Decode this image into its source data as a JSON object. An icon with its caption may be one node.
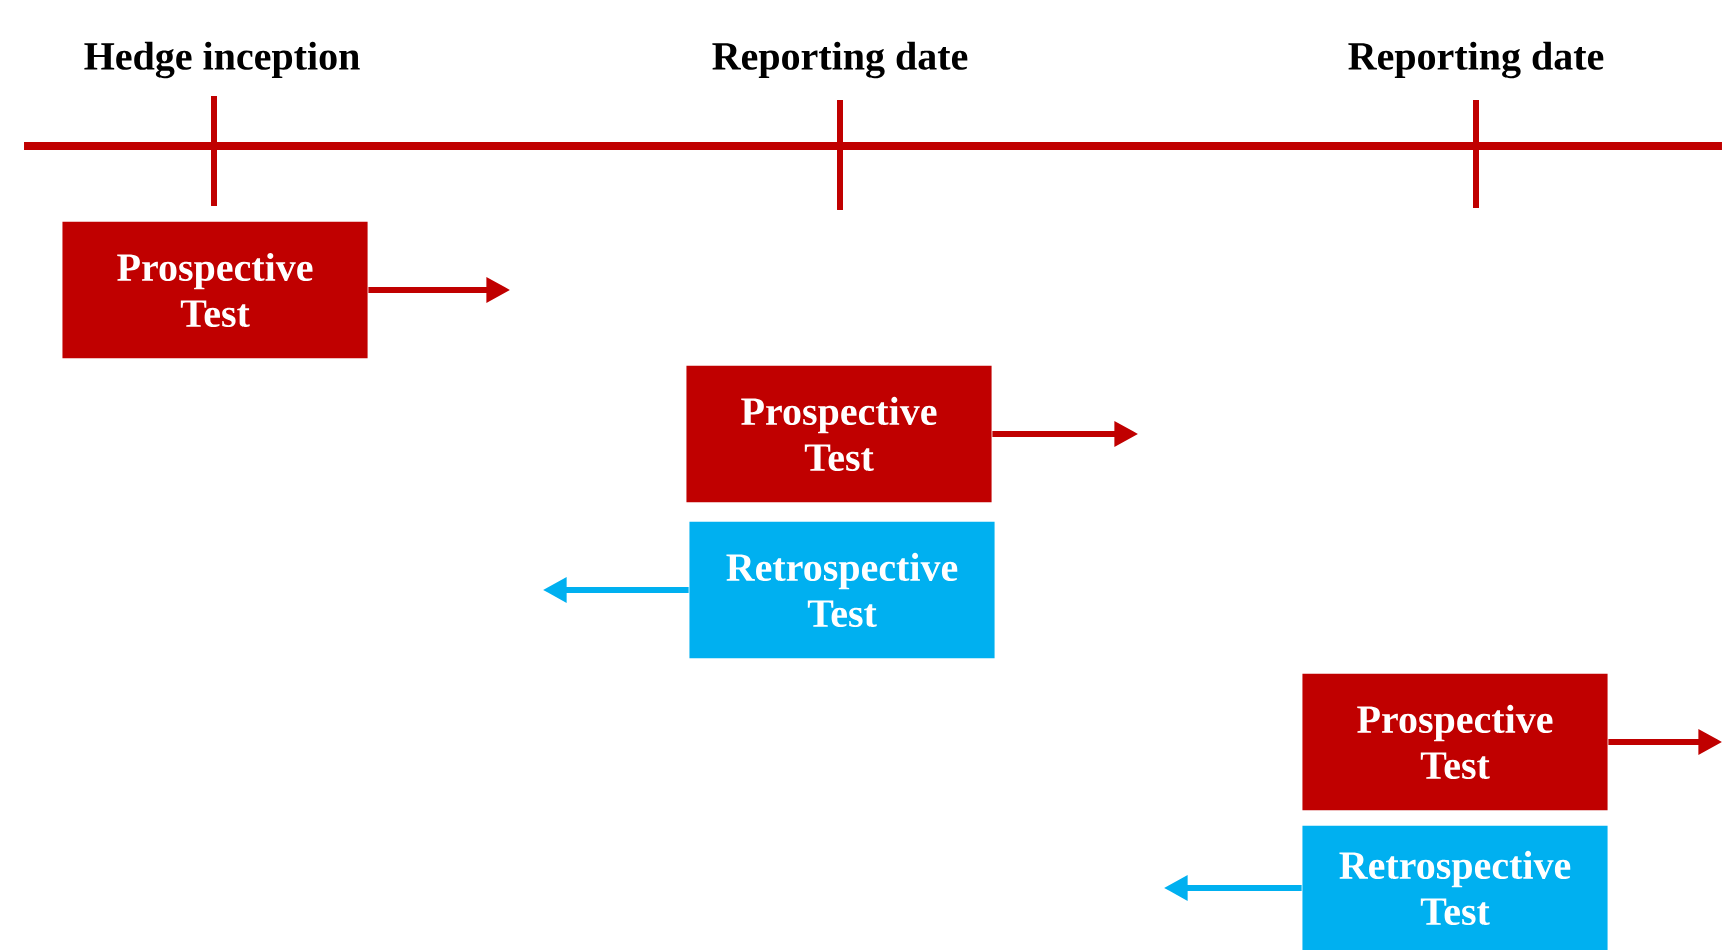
{
  "diagram": {
    "nodes": [
      {
        "text": [
          "Prospective Test"
        ]
      },
      {
        "text": [
          "Prospective Test"
        ]
      },
      {
        "text": [
          "Retrospective Test"
        ]
      },
      {
        "text": [
          "Prospective Test"
        ]
      },
      {
        "text": [
          "Retrospective Test"
        ]
      }
    ],
    "edges": [
      {
        "from": 0,
        "to": null,
        "arrow": "to"
      },
      {
        "from": 1,
        "to": null,
        "arrow": "to"
      },
      {
        "from": 2,
        "to": null,
        "arrow": "to",
        "color": "#00b0f0"
      },
      {
        "from": 3,
        "to": null,
        "arrow": "to"
      },
      {
        "from": 4,
        "to": null,
        "arrow": "to",
        "color": "#00b0f0"
      }
    ],
    "labels": [
      "Hedge inception",
      "Reporting date",
      "Reporting date"
    ]
  }
}
